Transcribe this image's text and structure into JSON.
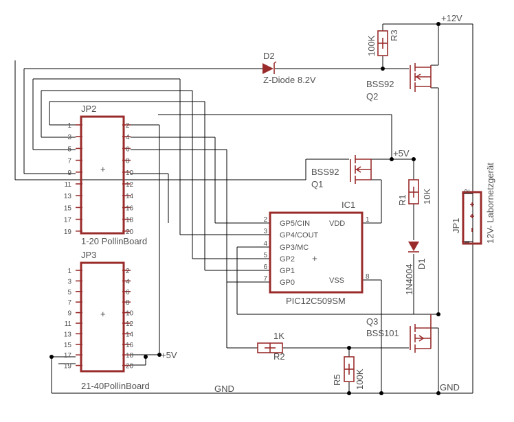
{
  "rails": {
    "vcc12": "+12V",
    "gnd_left": "GND",
    "gnd_right": "GND",
    "vcc5_q1": "+5V",
    "vcc5_jp3": "+5V"
  },
  "jp2": {
    "name": "JP2",
    "value": "1-20 PollinBoard",
    "pins": [
      "1",
      "2",
      "3",
      "4",
      "5",
      "6",
      "7",
      "8",
      "9",
      "10",
      "11",
      "12",
      "13",
      "14",
      "15",
      "16",
      "17",
      "18",
      "19",
      "20"
    ]
  },
  "jp3": {
    "name": "JP3",
    "value": "21-40PollinBoard",
    "pins": [
      "1",
      "2",
      "3",
      "4",
      "5",
      "6",
      "7",
      "8",
      "9",
      "10",
      "11",
      "12",
      "13",
      "14",
      "15",
      "16",
      "17",
      "18",
      "19",
      "20"
    ]
  },
  "ic1": {
    "name": "IC1",
    "value": "PIC12C509SM",
    "left_pins": [
      "GP5/CIN",
      "GP4/COUT",
      "GP3/MC",
      "GP2",
      "GP1",
      "GP0"
    ],
    "left_nums": [
      "2",
      "3",
      "4",
      "5",
      "6",
      "7"
    ],
    "right_pins": [
      "VDD",
      "VSS"
    ],
    "right_nums": [
      "1",
      "8"
    ]
  },
  "d2": {
    "name": "D2",
    "value": "Z-Diode 8.2V"
  },
  "q2": {
    "name": "Q2",
    "value": "BSS92"
  },
  "q1": {
    "name": "Q1",
    "value": "BSS92"
  },
  "q3": {
    "name": "Q3",
    "value": "BSS101"
  },
  "r3": {
    "name": "R3",
    "value": "100K"
  },
  "r1": {
    "name": "R1",
    "value": "10K"
  },
  "r2": {
    "name": "R2",
    "value": "1K"
  },
  "r5": {
    "name": "R5",
    "value": "100K"
  },
  "d1": {
    "name": "D1",
    "value": "1N4004"
  },
  "jp1": {
    "name": "JP1",
    "value": "12V- Labornetzgerät",
    "pins": [
      "2",
      "1"
    ]
  }
}
